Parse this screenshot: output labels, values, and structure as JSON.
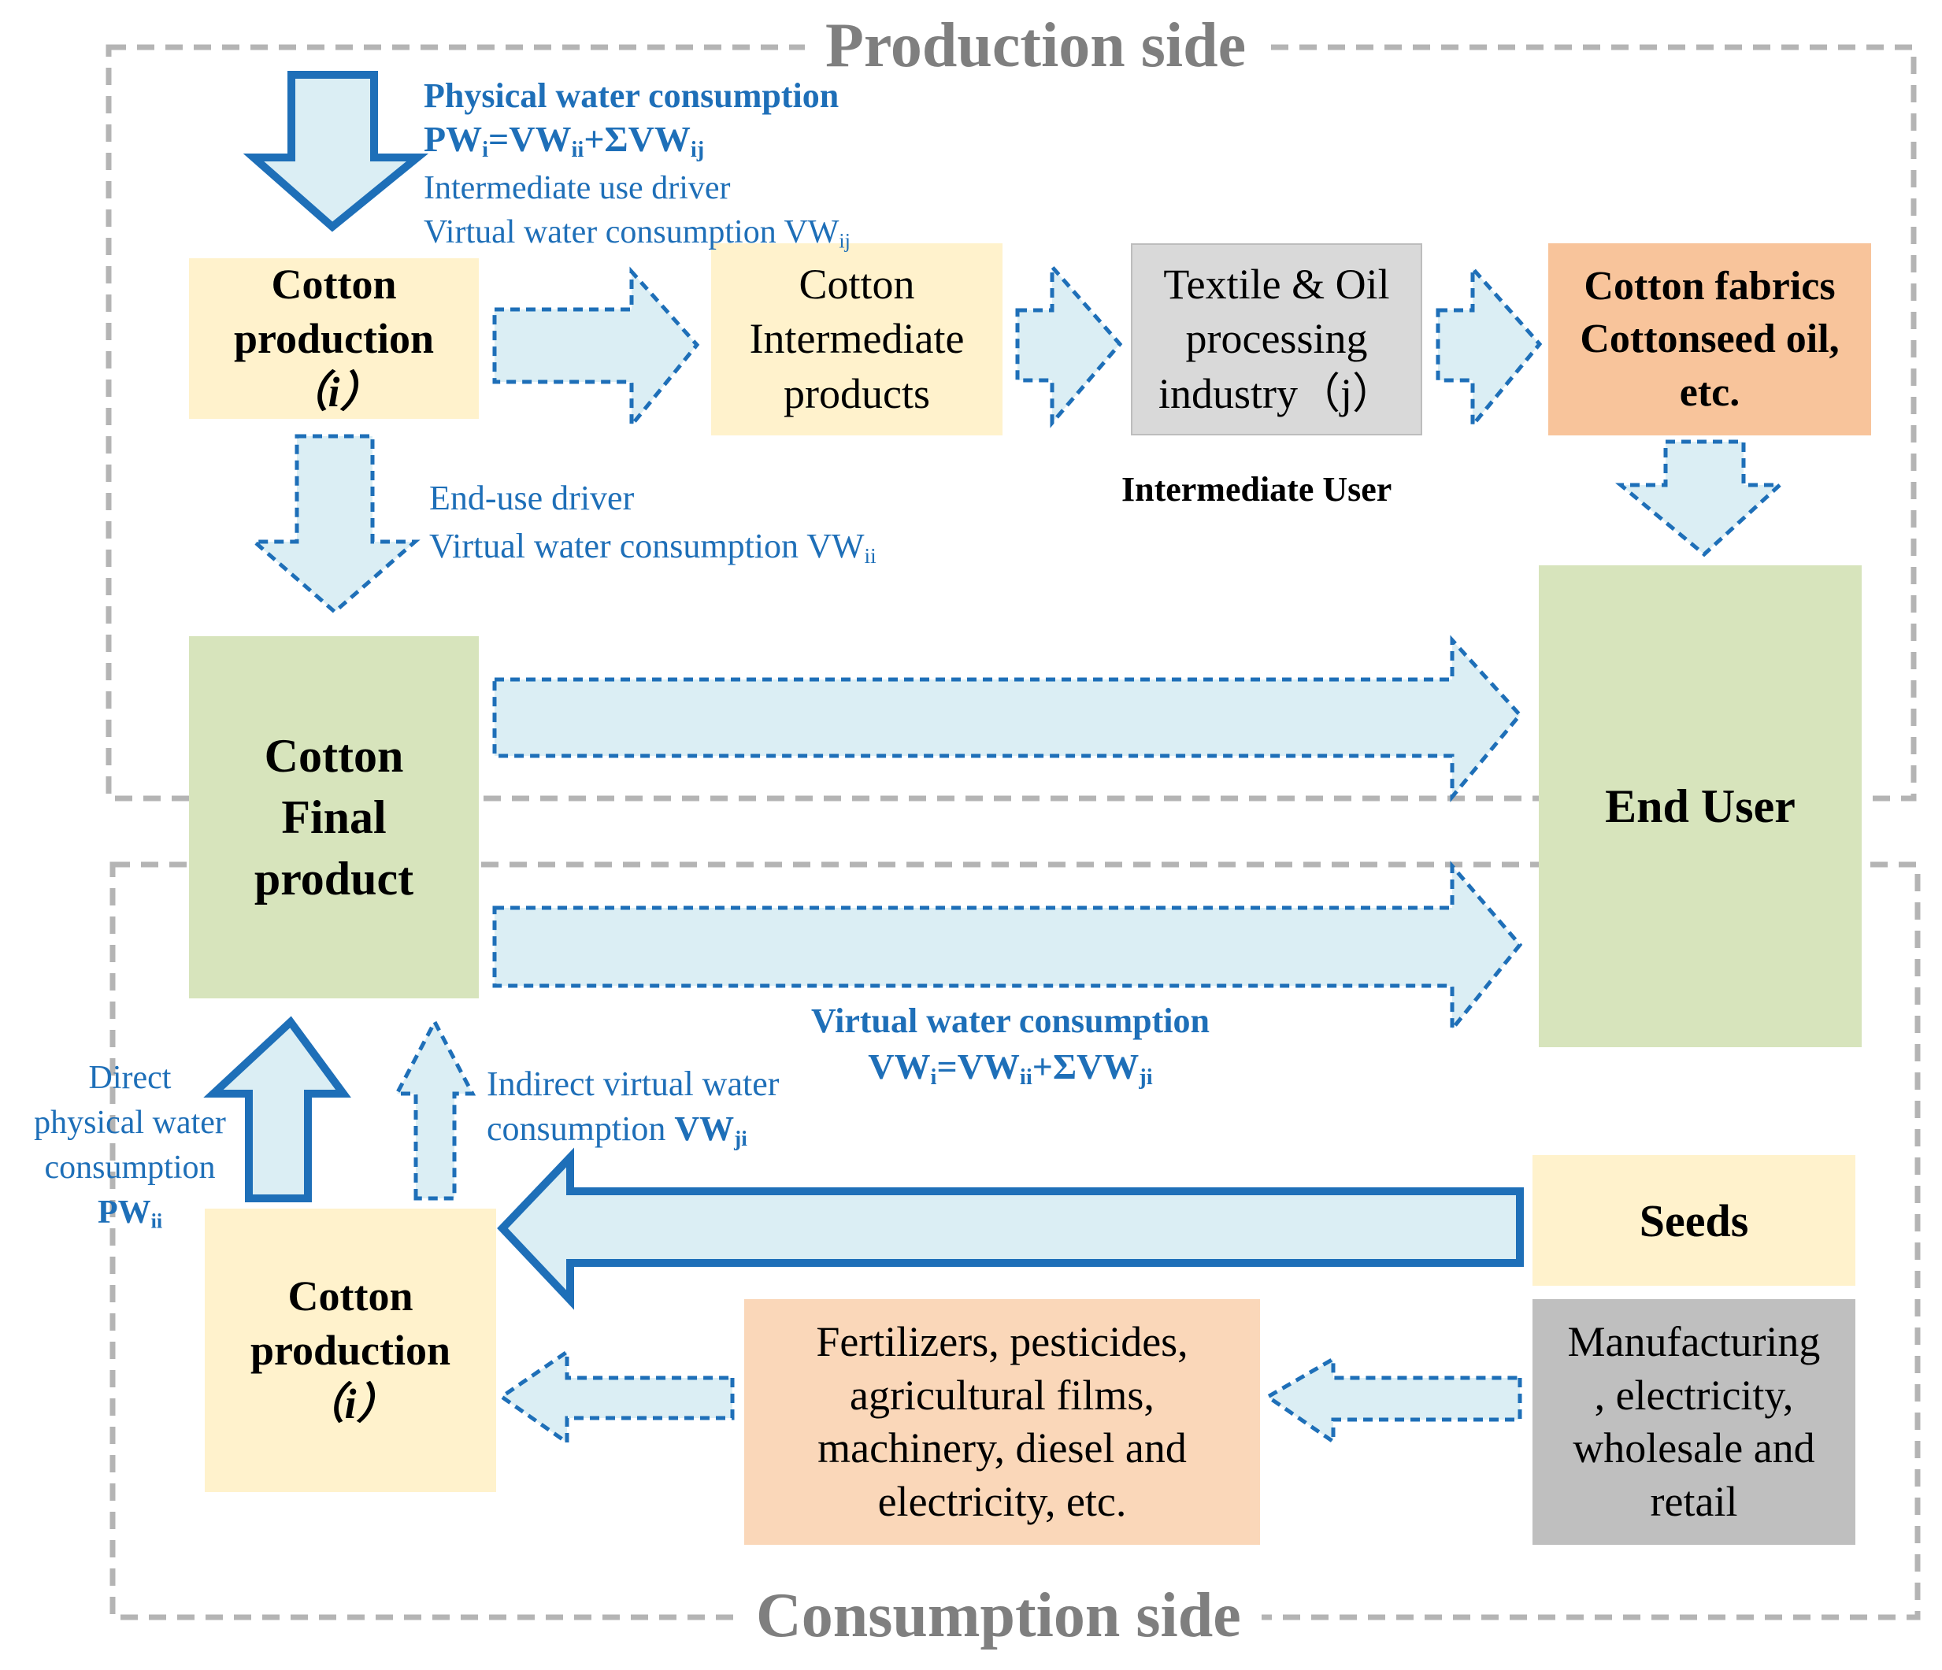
{
  "regions": {
    "production": "Production side",
    "consumption": "Consumption side"
  },
  "boxes": {
    "cotton_production_top": {
      "line1": "Cotton",
      "line2": "production",
      "line3": "（i）"
    },
    "cotton_intermediate": {
      "line1": "Cotton",
      "line2": "Intermediate",
      "line3": "products"
    },
    "textile_oil": {
      "line1": "Textile & Oil",
      "line2": "processing",
      "line3": "industry（j）"
    },
    "cotton_fabrics": {
      "line1": "Cotton fabrics",
      "line2": "Cottonseed oil,",
      "line3": "etc."
    },
    "cotton_final": {
      "line1": "Cotton",
      "line2": "Final",
      "line3": "product"
    },
    "end_user": {
      "label": "End User"
    },
    "seeds": {
      "label": "Seeds"
    },
    "manufacturing": {
      "line1": "Manufacturing",
      "line2": ", electricity,",
      "line3": "wholesale and",
      "line4": "retail"
    },
    "fertilizers": {
      "line1": "Fertilizers, pesticides,",
      "line2": "agricultural films,",
      "line3": "machinery, diesel and",
      "line4": "electricity, etc."
    },
    "cotton_production_bottom": {
      "line1": "Cotton",
      "line2": "production",
      "line3": "（i）"
    }
  },
  "labels": {
    "physical_water": {
      "title": "Physical water consumption",
      "formula_pw": "PW",
      "sub_i": "i",
      "formula_eq": "=VW",
      "sub_ii": "ii",
      "formula_plus": "+ΣVW",
      "sub_ij": "ij"
    },
    "intermediate_driver": {
      "line1": "Intermediate use driver",
      "line2_text": "Virtual water consumption VW",
      "line2_sub": "ij"
    },
    "intermediate_user": "Intermediate User",
    "end_use_driver": {
      "line1": "End-use driver",
      "line2_text": "Virtual water consumption VW",
      "line2_sub": "ii"
    },
    "virtual_water": {
      "title": "Virtual water consumption",
      "formula_vw": "VW",
      "sub_i": "i",
      "formula_eq": "=VW",
      "sub_ii": "ii",
      "formula_plus": "+ΣVW",
      "sub_ji": "ji"
    },
    "direct_physical": {
      "line1": "Direct",
      "line2": "physical water",
      "line3": "consumption",
      "line4": "PW",
      "line4_sub": "ii"
    },
    "indirect_virtual": {
      "line1": "Indirect virtual water",
      "line2_text": "consumption ",
      "line2_bold": "VW",
      "line2_sub": "ji"
    }
  },
  "colors": {
    "arrow_fill": "#dbeef4",
    "arrow_stroke": "#1e6fb8",
    "label_blue": "#1e6fb8",
    "region_border": "#b4b4b4",
    "region_label": "#7f7f7f",
    "cream": "#fff2cc",
    "green": "#d7e4bc",
    "grey": "#d9d9d9",
    "dark_grey": "#bfbfbf",
    "orange": "#f8c49b",
    "peach": "#fad7b9"
  }
}
